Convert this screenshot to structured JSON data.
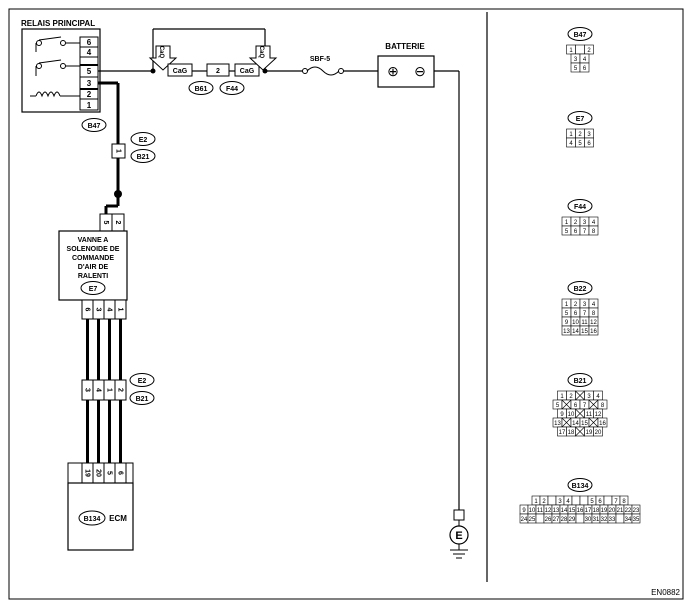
{
  "relay": {
    "label": "RELAIS PRINCIPAL",
    "pins": [
      "6",
      "4",
      "5",
      "3",
      "2",
      "1"
    ],
    "connector": "B47"
  },
  "top_wire": {
    "fuse": "SBF-5",
    "battery": "BATTERIE",
    "plus": "⊕",
    "minus": "⊖",
    "caq_left": "CaQ",
    "caq_right": "CaQ",
    "cag_left": "CaG",
    "cag_right": "CaG",
    "mid_pin": "2",
    "conn_a": "B61",
    "conn_b": "F44"
  },
  "jc1": {
    "pin": "1",
    "labels": [
      "E2",
      "B21"
    ]
  },
  "solenoid": {
    "lines": [
      "VANNE A",
      "SOLENOIDE DE",
      "COMMANDE",
      "D'AIR DE",
      "RALENTI"
    ],
    "connector": "E7",
    "top_pins": [
      "5",
      "2"
    ],
    "bottom_pins": [
      "6",
      "3",
      "4",
      "1"
    ]
  },
  "jc2": {
    "pins": [
      "3",
      "4",
      "1",
      "2"
    ],
    "labels": [
      "E2",
      "B21"
    ]
  },
  "ecm": {
    "pins": [
      "19",
      "20",
      "5",
      "6"
    ],
    "connector": "B134",
    "label": "ECM"
  },
  "ground": {
    "symbol": "E"
  },
  "code": "EN0882",
  "connectors": [
    {
      "id": "B47",
      "rows": [
        [
          "1",
          "",
          "2"
        ],
        [
          "3",
          "4"
        ],
        [
          "5",
          "6"
        ]
      ]
    },
    {
      "id": "E7",
      "rows": [
        [
          "1",
          "2",
          "3"
        ],
        [
          "4",
          "5",
          "6"
        ]
      ]
    },
    {
      "id": "F44",
      "rows": [
        [
          "1",
          "2",
          "3",
          "4"
        ],
        [
          "5",
          "6",
          "7",
          "8"
        ]
      ]
    },
    {
      "id": "B22",
      "rows": [
        [
          "1",
          "2",
          "3",
          "4"
        ],
        [
          "5",
          "6",
          "7",
          "8"
        ],
        [
          "9",
          "10",
          "11",
          "12"
        ],
        [
          "13",
          "14",
          "15",
          "16"
        ]
      ]
    },
    {
      "id": "B21",
      "rows": [
        [
          "1",
          "2",
          "",
          "3",
          "4"
        ],
        [
          "5",
          "",
          "6",
          "7",
          "",
          "8"
        ],
        [
          "9",
          "10",
          "",
          "11",
          "12"
        ],
        [
          "13",
          "",
          "14",
          "15",
          "",
          "16"
        ],
        [
          "17",
          "18",
          "",
          "19",
          "20"
        ]
      ]
    },
    {
      "id": "B134",
      "rows": [
        [
          "1",
          "2",
          "",
          "3",
          "4",
          "",
          "",
          "5",
          "6",
          "",
          "7",
          "8"
        ],
        [
          "9",
          "10",
          "11",
          "12",
          "13",
          "14",
          "15",
          "16",
          "17",
          "18",
          "19",
          "20",
          "21",
          "22",
          "23"
        ],
        [
          "24",
          "25",
          "",
          "26",
          "27",
          "28",
          "29",
          "",
          "30",
          "31",
          "32",
          "33",
          "",
          "34",
          "35"
        ]
      ]
    }
  ]
}
